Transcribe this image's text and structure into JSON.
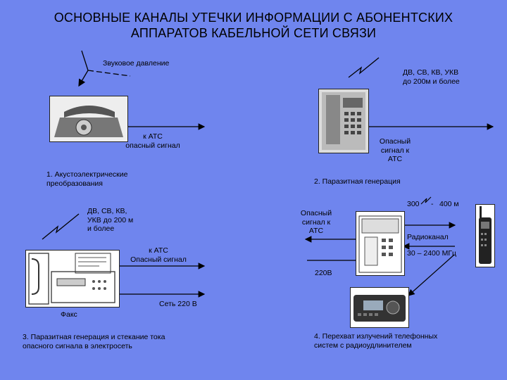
{
  "title_line1": "ОСНОВНЫЕ КАНАЛЫ УТЕЧКИ ИНФОРМАЦИИ С АБОНЕНТСКИХ",
  "title_line2": "АППАРАТОВ КАБЕЛЬНОЙ СЕТИ СВЯЗИ",
  "q1": {
    "sound_pressure": "Звуковое давление",
    "to_ats_1": "к АТС",
    "to_ats_2": "опасный сигнал",
    "caption_1": "1. Акустоэлектрические",
    "caption_2": "преобразования"
  },
  "q2": {
    "band_1": "ДВ, СВ, КВ, УКВ",
    "band_2": "до 200м и более",
    "danger_1": "Опасный",
    "danger_2": "сигнал к",
    "danger_3": "АТС",
    "caption": "2. Паразитная генерация"
  },
  "q3": {
    "band_1": "ДВ, СВ, КВ,",
    "band_2": "УКВ до 200 м",
    "band_3": "и более",
    "to_ats_1": "к АТС",
    "to_ats_2": "Опасный сигнал",
    "mains": "Сеть 220 В",
    "fax": "Факс",
    "caption_1": "3. Паразитная генерация и стекание тока",
    "caption_2": "опасного сигнала в электросеть"
  },
  "q4": {
    "freq_300": "300",
    "freq_dash": "-",
    "freq_400": "400 м",
    "danger_1": "Опасный",
    "danger_2": "сигнал к",
    "danger_3": "АТС",
    "radio": "Радиоканал",
    "ghz": "30 – 2400 МГц",
    "v220": "220В",
    "caption_1": "4. Перехват излучений телефонных",
    "caption_2": "систем с радиоудлинителем"
  }
}
